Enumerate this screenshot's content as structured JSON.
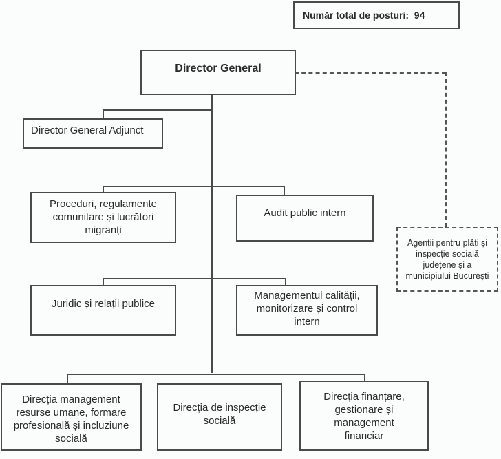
{
  "total_posts": {
    "label": "Număr total de posturi:",
    "value": "94"
  },
  "nodes": {
    "director_general": "Director General",
    "director_general_adjunct": "Director General Adjunct",
    "proceduri": "Proceduri, regulamente comunitare și lucrători migranți",
    "audit": "Audit public intern",
    "juridic": "Juridic și relații publice",
    "management_calitate": "Managementul calității, monitorizare și control intern",
    "directia_resurse": "Direcția management resurse umane, formare profesională și incluziune socială",
    "directia_inspectie": "Direcția de inspecție socială",
    "directia_finantare": "Direcția finanțare, gestionare și management financiar",
    "agentii": "Agenții pentru plăți și inspecție socială județene și a municipiului București"
  }
}
